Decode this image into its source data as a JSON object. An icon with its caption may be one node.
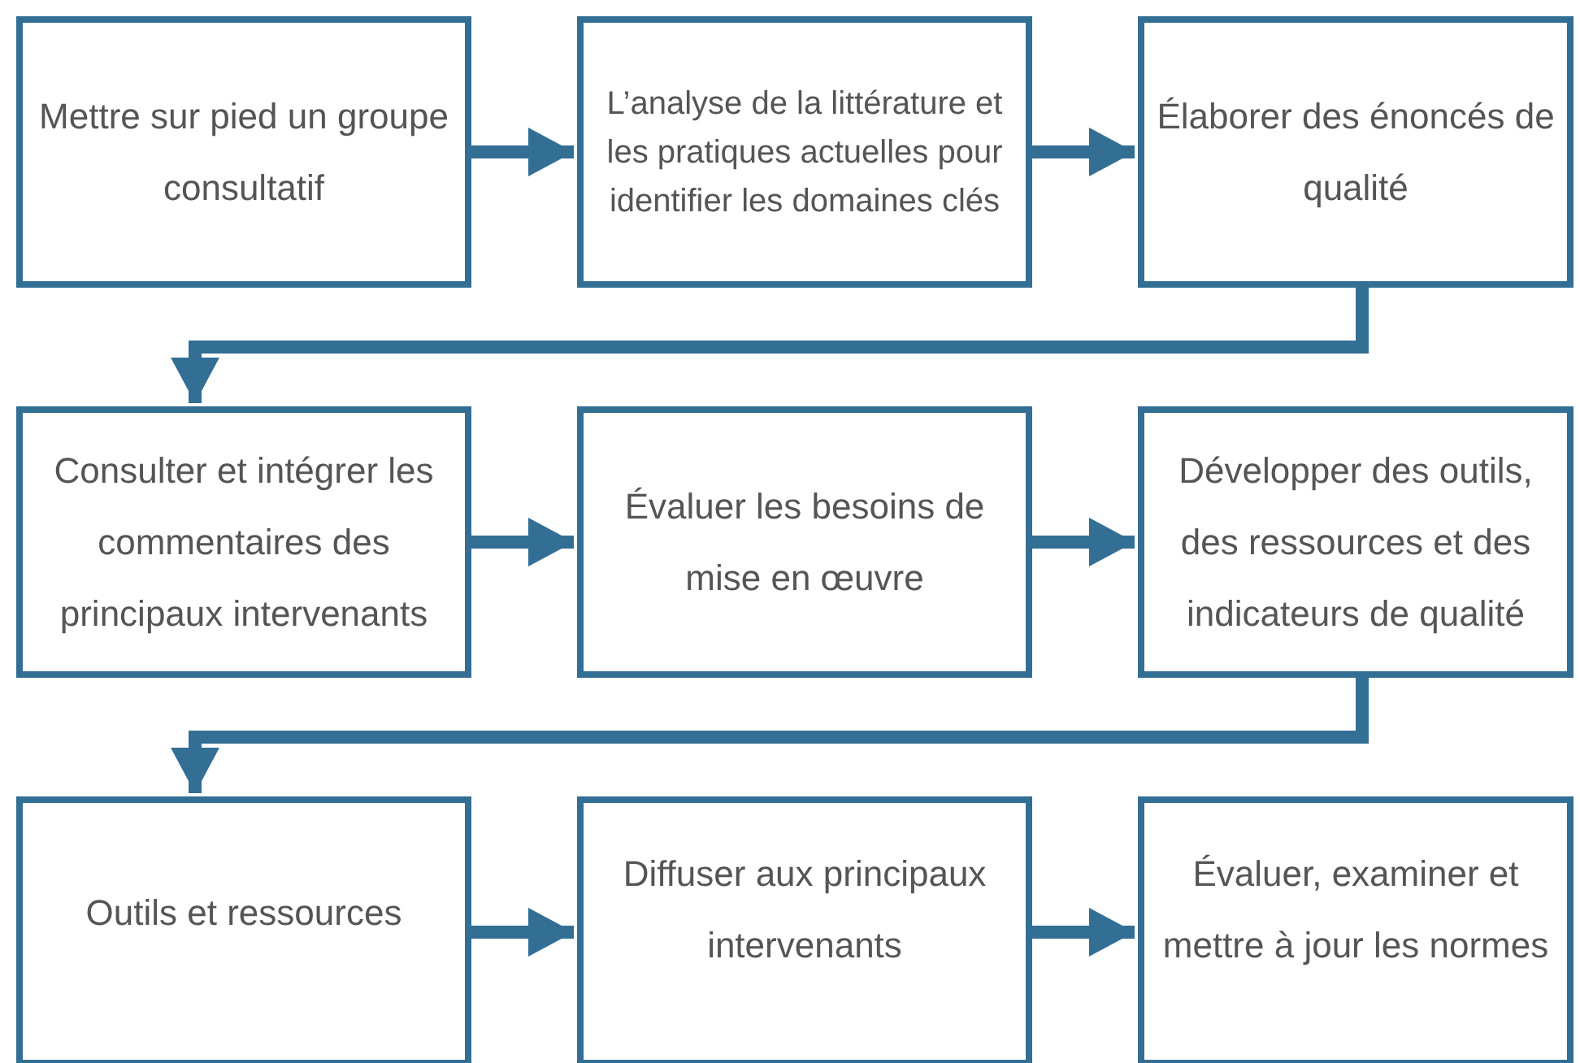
{
  "diagram": {
    "nodes": [
      {
        "text": [
          "Mettre sur pied un groupe consultatif"
        ]
      },
      {
        "text": [
          "L’analyse de la littérature et les pratiques actuelles pour identifier les domaines clés"
        ]
      },
      {
        "text": [
          "Élaborer des énoncés de qualité"
        ]
      },
      {
        "text": [
          "Consulter et intégrer les commentaires des principaux intervenants"
        ]
      },
      {
        "text": [
          "Évaluer les besoins de mise en œuvre"
        ]
      },
      {
        "text": [
          "Développer des outils, des ressources et des indicateurs de qualité"
        ]
      },
      {
        "text": [
          "Outils et ressources"
        ]
      },
      {
        "text": [
          "Diffuser aux principaux intervenants"
        ]
      },
      {
        "text": [
          "Évaluer, examiner et mettre à jour les normes"
        ]
      }
    ],
    "edges": [
      {
        "from": 0,
        "to": 1,
        "arrow": "to"
      },
      {
        "from": 1,
        "to": 2,
        "arrow": "to"
      },
      {
        "from": 2,
        "to": 3,
        "arrow": "to"
      },
      {
        "from": 3,
        "to": 4,
        "arrow": "to"
      },
      {
        "from": 4,
        "to": 5,
        "arrow": "to"
      },
      {
        "from": 5,
        "to": 6,
        "arrow": "to"
      },
      {
        "from": 6,
        "to": 7,
        "arrow": "to"
      },
      {
        "from": 7,
        "to": 8,
        "arrow": "to"
      }
    ]
  }
}
